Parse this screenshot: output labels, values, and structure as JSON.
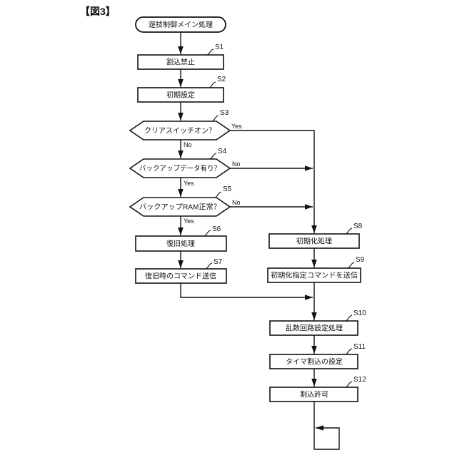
{
  "figure_label": "【図3】",
  "flow": {
    "start_label": "遊技制御メイン処理",
    "branch": {
      "yes": "Yes",
      "no": "No"
    },
    "nodes": [
      {
        "id": "S1",
        "label": "割込禁止",
        "type": "process"
      },
      {
        "id": "S2",
        "label": "初期設定",
        "type": "process"
      },
      {
        "id": "S3",
        "label": "クリアスイッチオン？",
        "type": "decision"
      },
      {
        "id": "S4",
        "label": "バックアップデータ有り？",
        "type": "decision"
      },
      {
        "id": "S5",
        "label": "バックアップRAM正常？",
        "type": "decision"
      },
      {
        "id": "S6",
        "label": "復旧処理",
        "type": "process"
      },
      {
        "id": "S7",
        "label": "復旧時のコマンド送信",
        "type": "process"
      },
      {
        "id": "S8",
        "label": "初期化処理",
        "type": "process"
      },
      {
        "id": "S9",
        "label": "初期化指定コマンドを送信",
        "type": "process"
      },
      {
        "id": "S10",
        "label": "乱数回路設定処理",
        "type": "process"
      },
      {
        "id": "S11",
        "label": "タイマ割込の設定",
        "type": "process"
      },
      {
        "id": "S12",
        "label": "割込許可",
        "type": "process"
      }
    ]
  },
  "colors": {
    "line": "#111111",
    "background": "#ffffff"
  }
}
